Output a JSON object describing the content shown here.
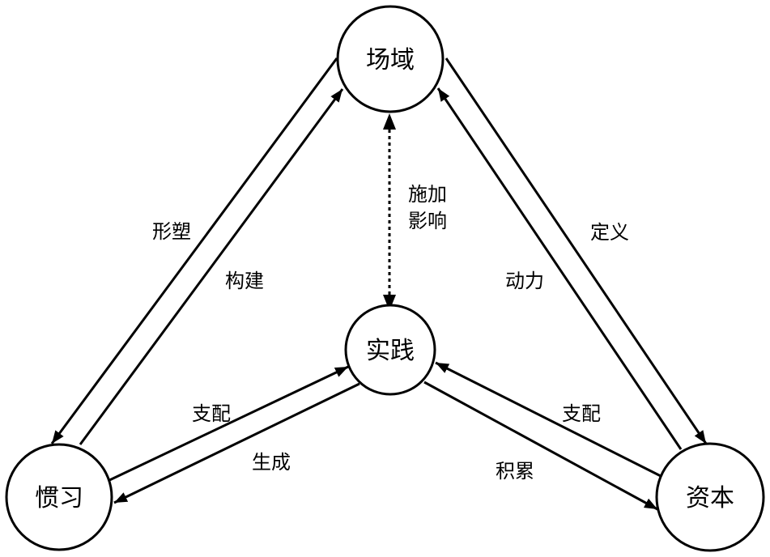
{
  "diagram": {
    "nodes": {
      "field": "场域",
      "practice": "实践",
      "habitus": "惯习",
      "capital": "资本"
    },
    "edges": {
      "habitus_to_field_shape": "形塑",
      "field_to_habitus_construct": "构建",
      "field_practice_influence_line1": "施加",
      "field_practice_influence_line2": "影响",
      "capital_to_field_define": "定义",
      "field_to_capital_driver": "动力",
      "habitus_to_practice_dominate": "支配",
      "practice_to_habitus_generate": "生成",
      "capital_to_practice_dominate": "支配",
      "practice_to_capital_accumulate": "积累"
    }
  }
}
